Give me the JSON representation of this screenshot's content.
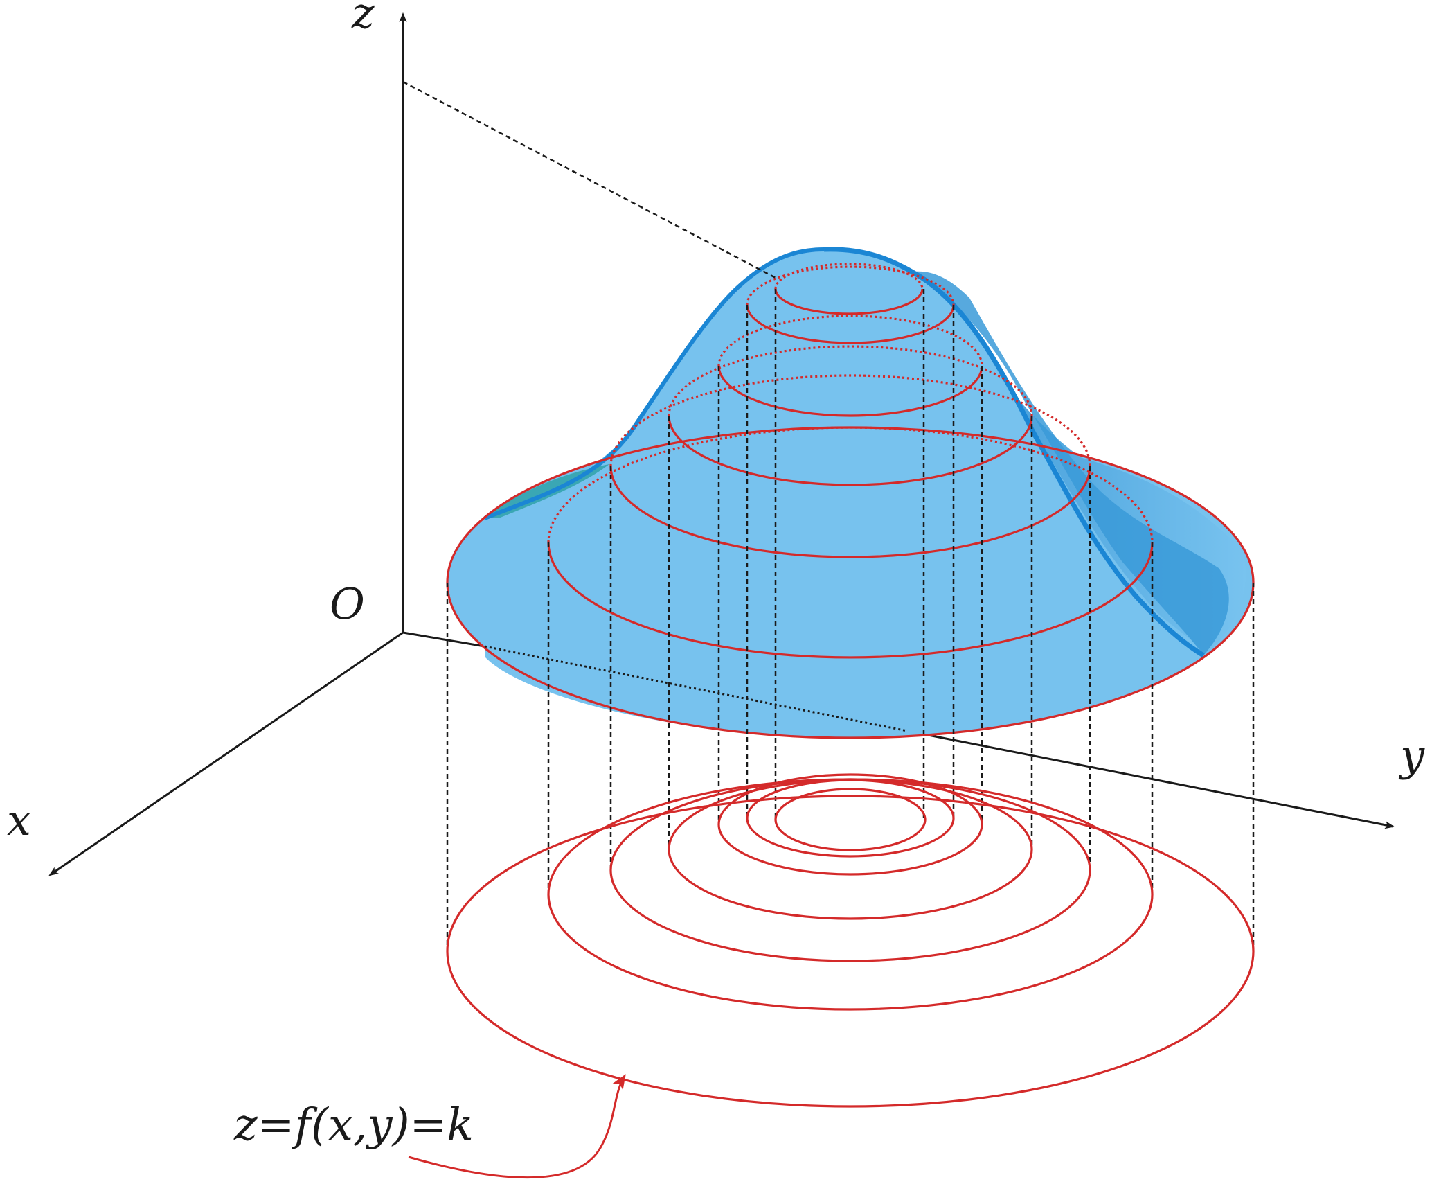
{
  "labels": {
    "z_axis": "z",
    "x_axis": "x",
    "y_axis": "y",
    "origin": "O",
    "equation": "z=f(x,y)=k"
  },
  "colors": {
    "surface_fill": "#77c2ee",
    "surface_dark": "#3a9ad8",
    "surface_edge": "#1b86d4",
    "contour": "#d42a2a",
    "axis": "#1a1a1a",
    "background": "#ffffff"
  },
  "icons": {
    "arrowhead": "arrowhead-icon"
  }
}
